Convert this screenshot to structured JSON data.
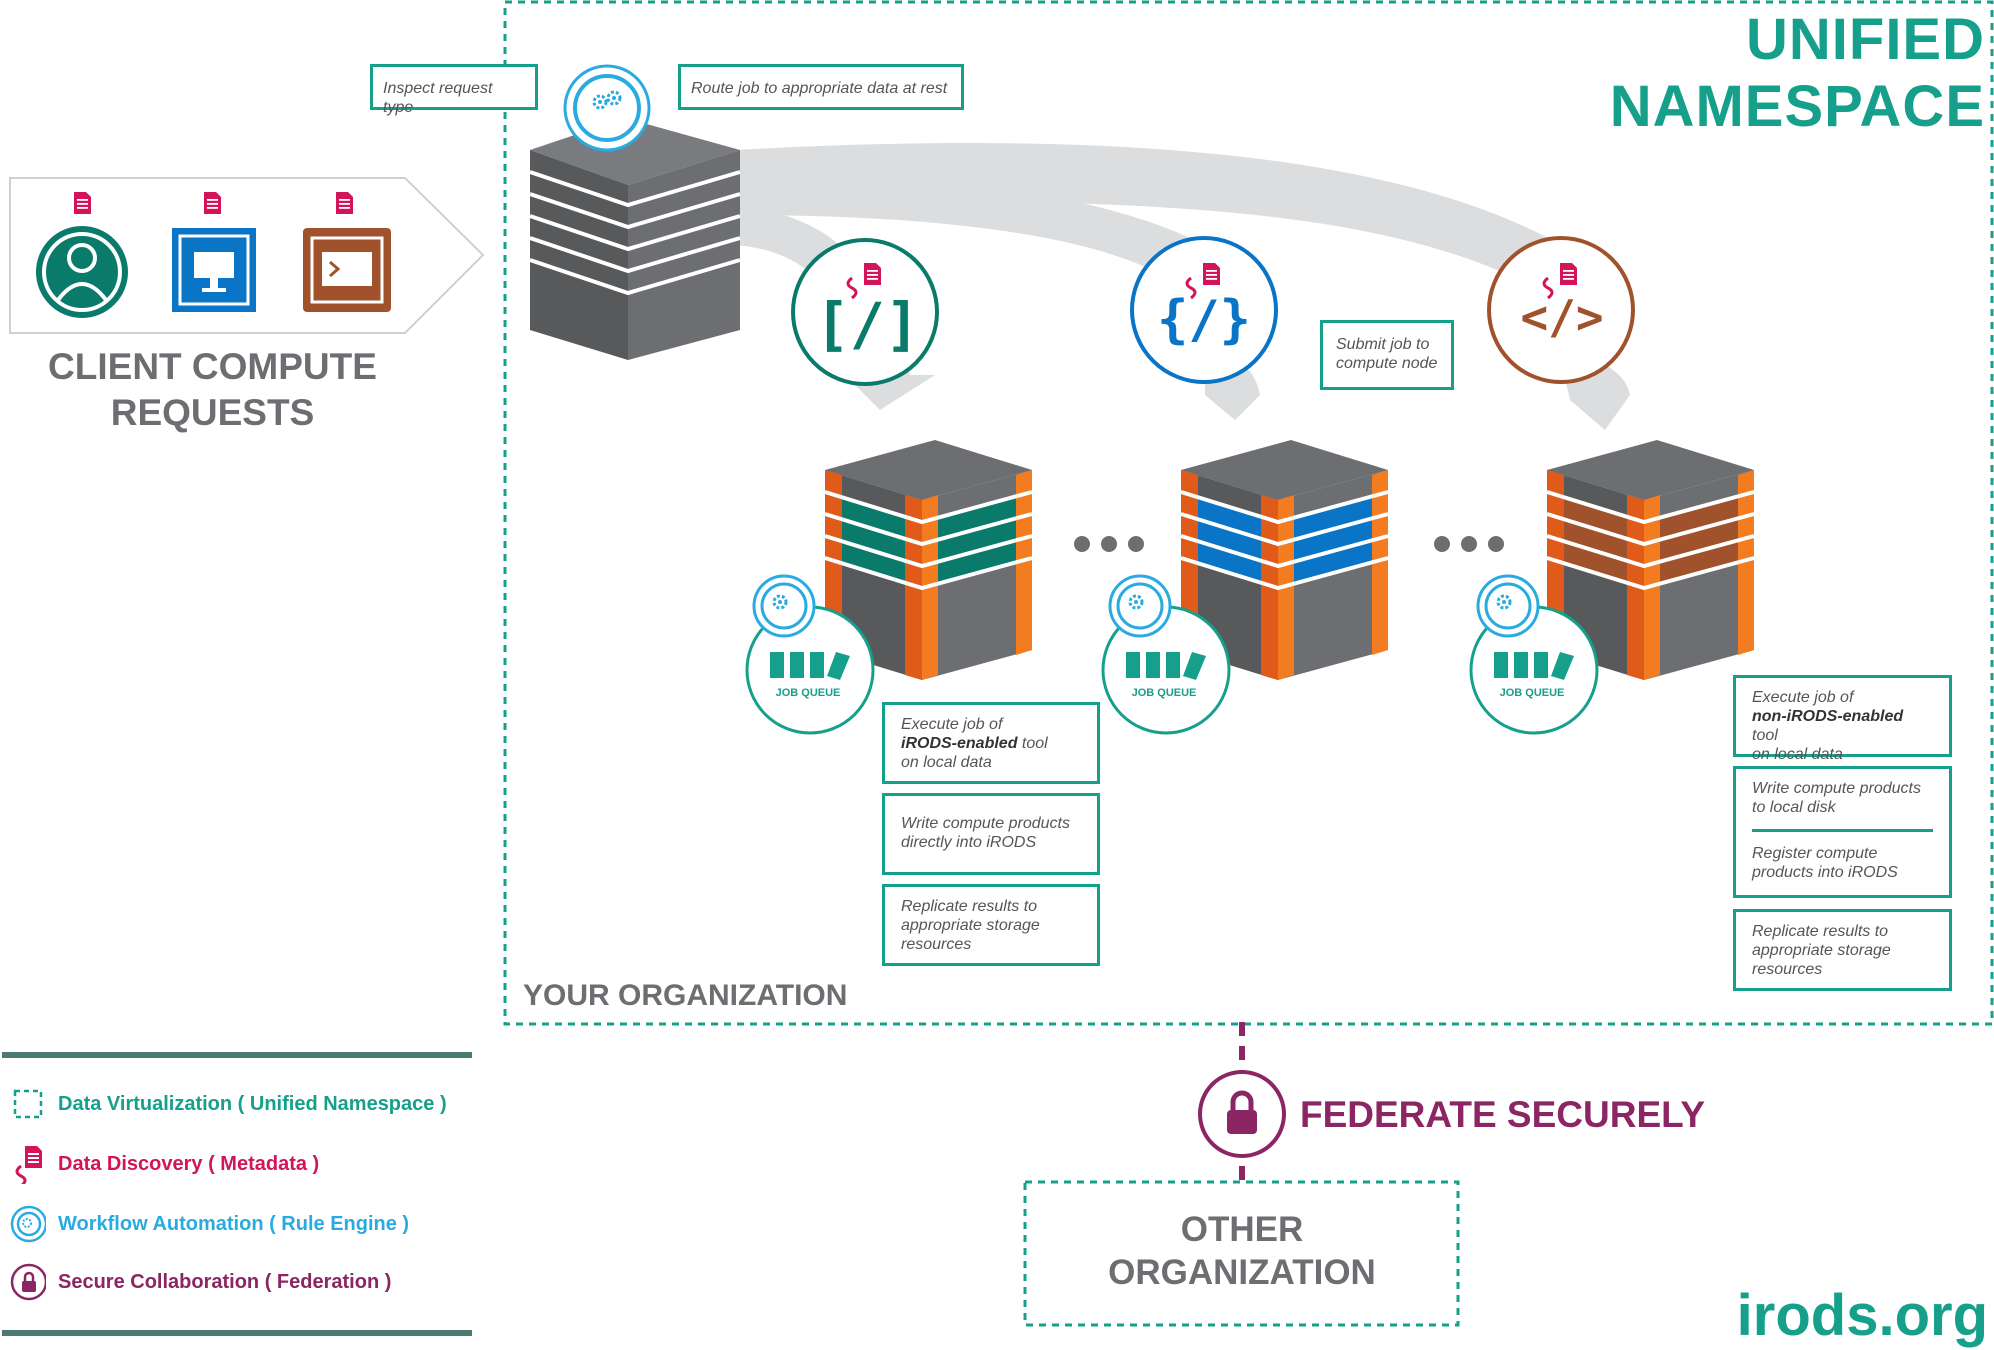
{
  "title": "UNIFIED NAMESPACE",
  "client": {
    "heading_line1": "CLIENT COMPUTE",
    "heading_line2": "REQUESTS"
  },
  "callouts": {
    "inspect": "Inspect request type",
    "route": "Route job to appropriate data at rest",
    "submit_line1": "Submit job to",
    "submit_line2": "compute node",
    "node1_execute_a": "Execute job of",
    "node1_execute_b": "iRODS-enabled",
    "node1_execute_c": "tool",
    "node1_execute_d": "on local data",
    "node1_write_a": "Write compute products",
    "node1_write_b": "directly into iRODS",
    "node1_replicate_a": "Replicate results to",
    "node1_replicate_b": "appropriate storage",
    "node1_replicate_c": "resources",
    "node3_execute_a": "Execute job of",
    "node3_execute_b": "non-iRODS-enabled",
    "node3_execute_c": "tool",
    "node3_execute_d": "on local data",
    "node3_write_a": "Write compute products",
    "node3_write_b": "to local disk",
    "node3_register_a": "Register compute",
    "node3_register_b": "products into iRODS",
    "node3_replicate_a": "Replicate results to",
    "node3_replicate_b": "appropriate storage",
    "node3_replicate_c": "resources"
  },
  "tool_symbols": {
    "enabled": "[/]",
    "json": "{/}",
    "code": "</>"
  },
  "job_queue_label": "JOB QUEUE",
  "your_org": "YOUR ORGANIZATION",
  "federate": "FEDERATE SECURELY",
  "other_org_line1": "OTHER",
  "other_org_line2": "ORGANIZATION",
  "brand": "irods.org",
  "legend": [
    {
      "label": "Data Virtualization ( Unified Namespace )",
      "color": "#16a08b",
      "icon": "dashed-square-icon"
    },
    {
      "label": "Data Discovery ( Metadata )",
      "color": "#d4145a",
      "icon": "metadata-icon"
    },
    {
      "label": "Workflow Automation ( Rule Engine )",
      "color": "#29abe2",
      "icon": "rule-engine-icon"
    },
    {
      "label": "Secure Collaboration ( Federation )",
      "color": "#8b2563",
      "icon": "lock-icon"
    }
  ],
  "colors": {
    "teal": "#16a08b",
    "dark_teal": "#0a7a6a",
    "blue": "#0a74c6",
    "brown": "#a0522d",
    "orange": "#f47c20",
    "gray_dark": "#58595b",
    "gray_mid": "#6d6e71",
    "magenta": "#d4145a",
    "cyan": "#29abe2",
    "purple": "#8b2563"
  }
}
